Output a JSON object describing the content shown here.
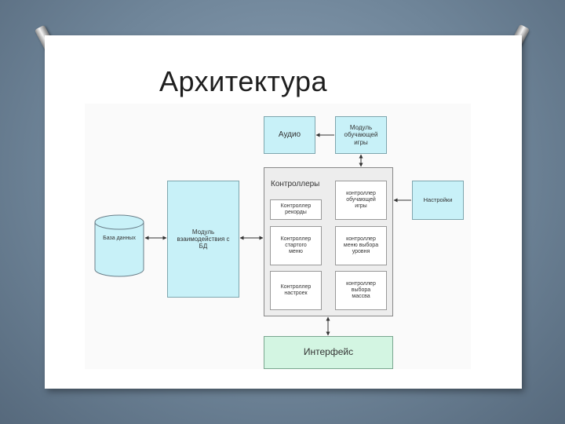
{
  "slide": {
    "title": "Архитектура"
  },
  "diagram": {
    "audio": "Аудио",
    "learning_game_module": "Модуль обучающей игры",
    "controllers_title": "Контроллеры",
    "controllers": {
      "records": "Контроллер рекорды",
      "learning_game": "контроллер обучающей игры",
      "start_menu": "Контроллер стартого меню",
      "level_select_menu": "контроллер меню выбора уровня",
      "settings": "Контроллер настроек",
      "mass_select": "контроллер выбора массва"
    },
    "settings": "Настройки",
    "database": "База данных",
    "db_module": "Модуль взаимодействия с БД",
    "interface": "Интерфейс"
  },
  "colors": {
    "cyan_fill": "#c8f1f8",
    "green_fill": "#d3f5e2",
    "container_fill": "#ededed",
    "connector": "#333333"
  }
}
